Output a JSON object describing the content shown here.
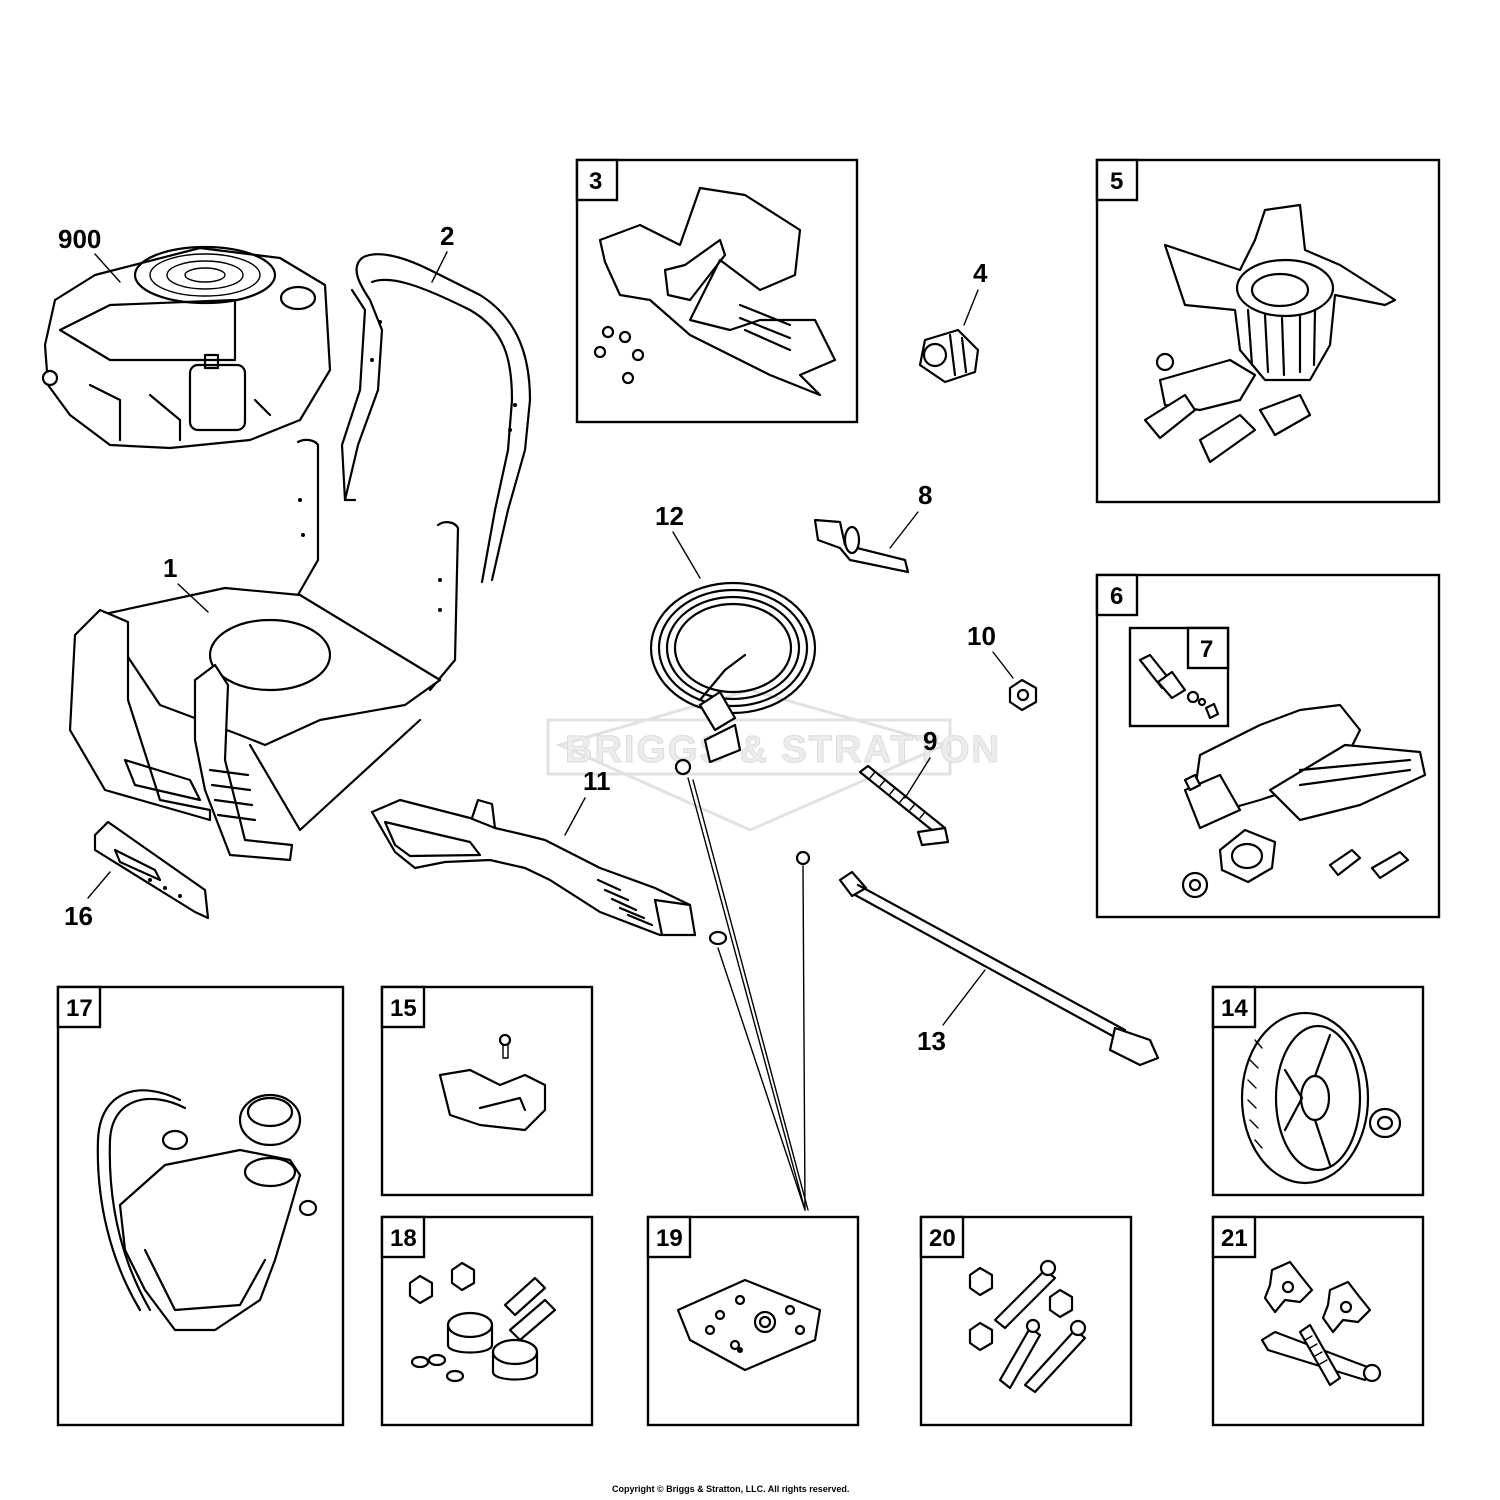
{
  "labels": {
    "engine": "900",
    "handle": "2",
    "frame": "1",
    "item4": "4",
    "item8": "8",
    "item12": "12",
    "item10": "10",
    "item9": "9",
    "item11": "11",
    "item16": "16",
    "item13": "13"
  },
  "boxes": {
    "b3": "3",
    "b5": "5",
    "b6": "6",
    "b7": "7",
    "b17": "17",
    "b15": "15",
    "b14": "14",
    "b18": "18",
    "b19": "19",
    "b20": "20",
    "b21": "21"
  },
  "watermark": "BRIGGS & STRATTON",
  "copyright": "Copyright © Briggs & Stratton, LLC. All rights reserved."
}
